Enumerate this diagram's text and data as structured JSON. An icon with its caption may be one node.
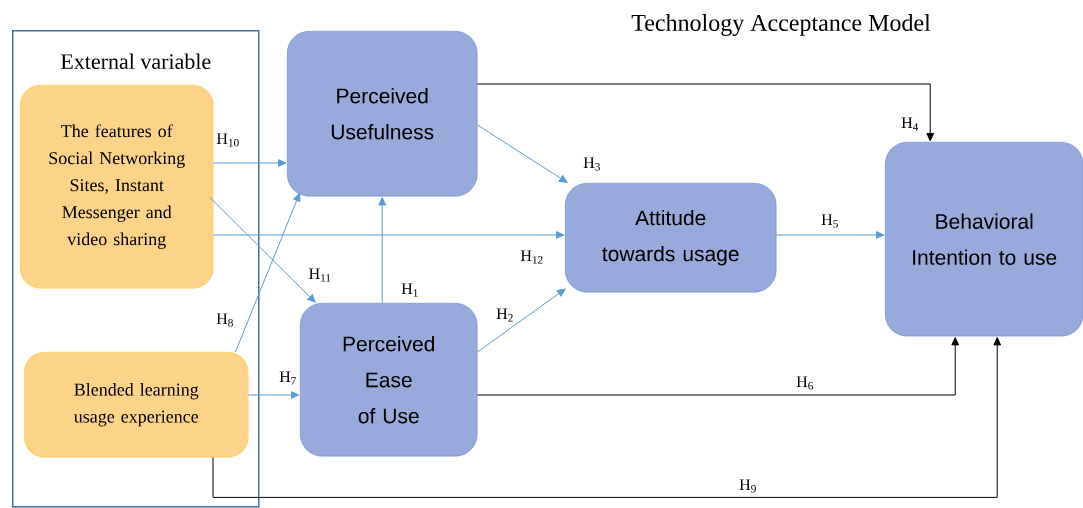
{
  "diagram": {
    "title": "Technology Acceptance Model",
    "nodes": [
      {
        "text": [
          "External variable"
        ]
      },
      {
        "text": [
          "The features of Social Networking Sites, Instant Messenger and video sharing"
        ],
        "in": 0
      },
      {
        "text": [
          "Blended learning usage experience"
        ],
        "in": 0
      },
      {
        "text": [
          "Perceived Usefulness"
        ]
      },
      {
        "text": [
          "Perceived Ease of Use"
        ]
      },
      {
        "text": [
          "Attitude towards usage"
        ]
      },
      {
        "text": [
          "Behavioral Intention to use"
        ]
      }
    ],
    "edges": [
      {
        "from": 1,
        "to": 3,
        "arrow": "to",
        "label": "H$_{10}$"
      },
      {
        "from": 1,
        "to": 4,
        "arrow": "to",
        "label": "H$_{11}$"
      },
      {
        "from": 1,
        "to": 5,
        "arrow": "to",
        "label": "H$_{12}$"
      },
      {
        "from": 2,
        "to": 3,
        "arrow": "to",
        "label": "H$_{8}$"
      },
      {
        "from": 2,
        "to": 4,
        "arrow": "to",
        "label": "H$_{7}$"
      },
      {
        "from": 2,
        "to": 6,
        "arrow": "to",
        "label": "H$_{9}$",
        "color": "#000000"
      },
      {
        "from": 4,
        "to": 3,
        "arrow": "to",
        "label": "H$_{1}$"
      },
      {
        "from": 4,
        "to": 5,
        "arrow": "to",
        "label": "H$_{2}$"
      },
      {
        "from": 3,
        "to": 5,
        "arrow": "to",
        "label": "H$_{3}$"
      },
      {
        "from": 3,
        "to": 6,
        "arrow": "to",
        "label": "H$_{4}$",
        "color": "#000000"
      },
      {
        "from": 5,
        "to": 6,
        "arrow": "to",
        "label": "H$_{5}$"
      },
      {
        "from": 4,
        "to": 6,
        "arrow": "to",
        "label": "H$_{6}$",
        "color": "#000000"
      }
    ]
  }
}
